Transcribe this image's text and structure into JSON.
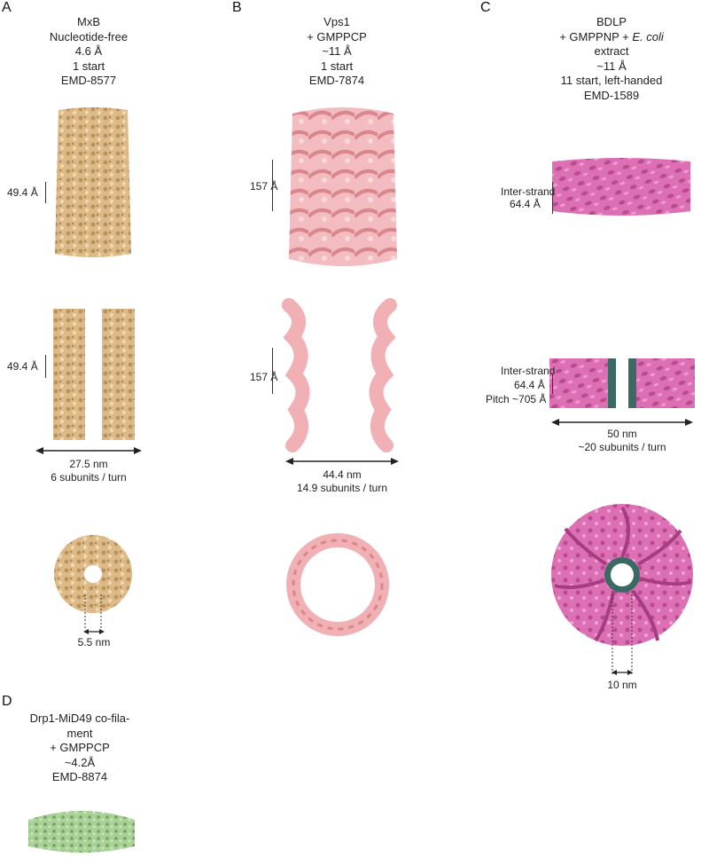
{
  "panels": {
    "A": {
      "letter": "A",
      "header": [
        "MxB",
        "Nucleotide-free",
        "4.6 Å",
        "1 start",
        "EMD-8577"
      ],
      "rise_label": "49.4 Å",
      "width_label": "27.5 nm",
      "subunits_label": "6 subunits / turn",
      "lumen_label": "5.5 nm",
      "color": "#dcb987"
    },
    "B": {
      "letter": "B",
      "header": [
        "Vps1",
        "+ GMPPCP",
        "~11 Å",
        "1 start",
        "EMD-7874"
      ],
      "rise_label": "157 Å",
      "width_label": "44.4 nm",
      "subunits_label": "14.9 subunits / turn",
      "color": "#f0b0b4"
    },
    "C": {
      "letter": "C",
      "header_line1": "BDLP",
      "header_line2_prefix": "+ GMPPNP + ",
      "header_line2_italic": "E. coli",
      "header_rest": [
        "extract",
        "~11 Å",
        "11 start, left-handed",
        "EMD-1589"
      ],
      "inter_strand_label": "Inter-strand",
      "inter_strand_value": "64.4 Å",
      "pitch_label": "Pitch ~705 Å",
      "width_label": "50 nm",
      "subunits_label": "~20 subunits / turn",
      "lumen_label": "10 nm",
      "color": "#dd6fb4",
      "core_color": "#3a6a62"
    },
    "D": {
      "letter": "D",
      "header": [
        "Drp1-MiD49 co-fila-",
        "ment",
        "+ GMPPCP",
        "~4.2Å",
        "EMD-8874"
      ],
      "color": "#8fc27a"
    }
  }
}
